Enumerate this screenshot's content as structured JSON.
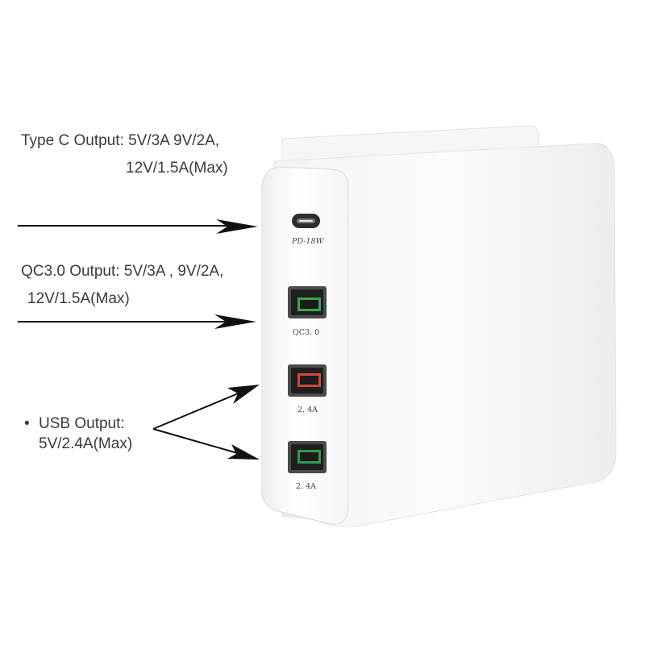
{
  "annotations": {
    "type_c": {
      "line1": "Type C Output: 5V/3A 9V/2A,",
      "line2": "12V/1.5A(Max)"
    },
    "qc3": {
      "line1": "QC3.0 Output: 5V/3A  , 9V/2A,",
      "line2": "12V/1.5A(Max)"
    },
    "usb": {
      "bullet": "•",
      "line1": "USB Output:",
      "line2": "5V/2.4A(Max)"
    }
  },
  "charger": {
    "ports": [
      {
        "type": "usb-c",
        "label": "PD-18W"
      },
      {
        "type": "usb-a",
        "label": "QC3. 0",
        "insert_color": "#3aa652"
      },
      {
        "type": "usb-a",
        "label": "2. 4A",
        "insert_color": "#d9443a"
      },
      {
        "type": "usb-a",
        "label": "2. 4A",
        "insert_color": "#2f9c4a"
      }
    ]
  }
}
